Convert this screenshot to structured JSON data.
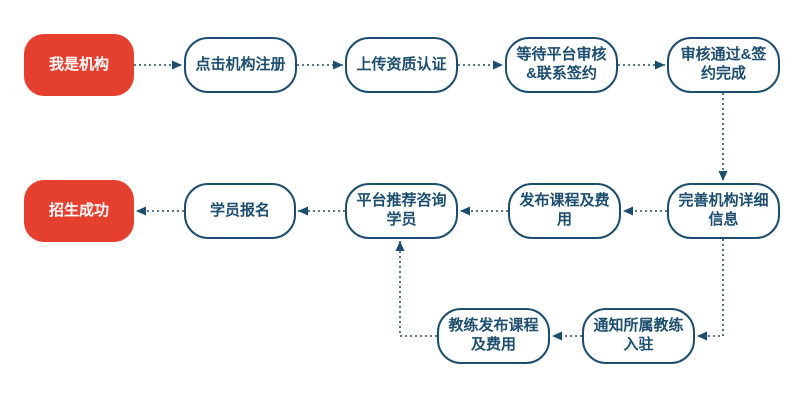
{
  "diagram": {
    "type": "flowchart",
    "colors": {
      "start_end_fill": "#e5402f",
      "start_end_text": "#ffffff",
      "node_border": "#1d4e6e",
      "node_text": "#1d4e6e",
      "connector": "#1d4e6e",
      "background": "#ffffff"
    },
    "nodes": [
      {
        "id": "org-start",
        "type": "start",
        "label": "我是机构"
      },
      {
        "id": "click-register",
        "type": "process",
        "label": "点击机构注册"
      },
      {
        "id": "upload-credential",
        "type": "process",
        "label": "上传资质认证"
      },
      {
        "id": "wait-review-sign",
        "type": "process",
        "label": "等待平台审核\n&联系签约"
      },
      {
        "id": "review-passed",
        "type": "process",
        "label": "审核通过&签\n约完成"
      },
      {
        "id": "complete-org-info",
        "type": "process",
        "label": "完善机构详细\n信息"
      },
      {
        "id": "publish-courses",
        "type": "process",
        "label": "发布课程及费\n用"
      },
      {
        "id": "platform-recommend",
        "type": "process",
        "label": "平台推荐咨询\n学员"
      },
      {
        "id": "student-signup",
        "type": "process",
        "label": "学员报名"
      },
      {
        "id": "enroll-success",
        "type": "end",
        "label": "招生成功"
      },
      {
        "id": "notify-coaches",
        "type": "process",
        "label": "通知所属教练\n入驻"
      },
      {
        "id": "coach-publish",
        "type": "process",
        "label": "教练发布课程\n及费用"
      }
    ],
    "edges": [
      {
        "from": "org-start",
        "to": "click-register"
      },
      {
        "from": "click-register",
        "to": "upload-credential"
      },
      {
        "from": "upload-credential",
        "to": "wait-review-sign"
      },
      {
        "from": "wait-review-sign",
        "to": "review-passed"
      },
      {
        "from": "review-passed",
        "to": "complete-org-info"
      },
      {
        "from": "complete-org-info",
        "to": "publish-courses"
      },
      {
        "from": "publish-courses",
        "to": "platform-recommend"
      },
      {
        "from": "platform-recommend",
        "to": "student-signup"
      },
      {
        "from": "student-signup",
        "to": "enroll-success"
      },
      {
        "from": "complete-org-info",
        "to": "notify-coaches"
      },
      {
        "from": "notify-coaches",
        "to": "coach-publish"
      },
      {
        "from": "coach-publish",
        "to": "platform-recommend"
      }
    ]
  }
}
